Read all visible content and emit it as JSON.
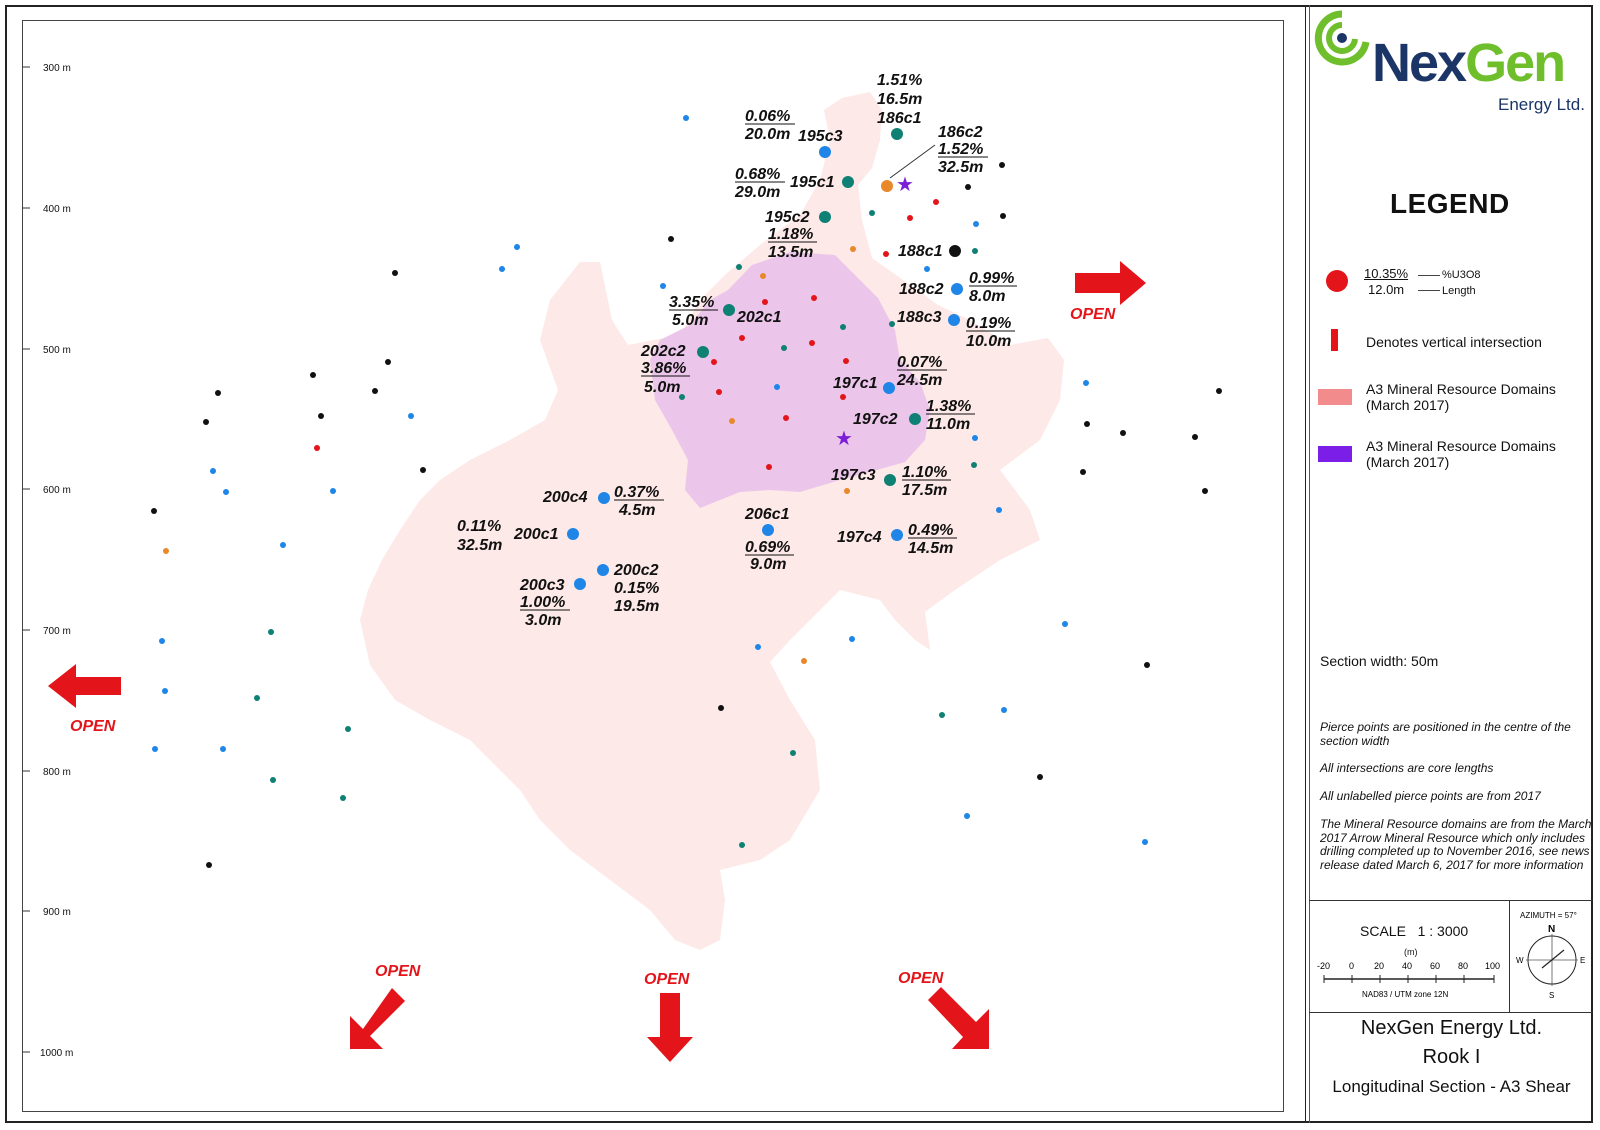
{
  "logo": {
    "brand_part1": "Nex",
    "brand_part2": "Gen",
    "subtitle": "Energy Ltd.",
    "color_navy": "#1b3567",
    "color_green": "#6fbe2b"
  },
  "legend": {
    "title": "LEGEND",
    "sample_grade": "10.35%",
    "sample_length": "12.0m",
    "grade_desc": "%U3O8",
    "length_desc": "Length",
    "vertical": "Denotes vertical intersection",
    "domain1": "A3 Mineral Resource Domains (March 2017)",
    "domain2": "A3 Mineral Resource Domains (March 2017)"
  },
  "section_width": "Section width: 50m",
  "notes": [
    "Pierce points are positioned in the centre of the section width",
    "All intersections are core lengths",
    "All unlabelled pierce points are from 2017",
    "The Mineral Resource domains are from the March 2017 Arrow Mineral Resource which only includes drilling completed up to November 2016, see news release dated March 6, 2017 for more information"
  ],
  "scale": {
    "label": "SCALE   1 : 3000",
    "unit": "(m)",
    "ticks": [
      "-20",
      "0",
      "20",
      "40",
      "60",
      "80",
      "100"
    ],
    "datum": "NAD83 / UTM zone 12N"
  },
  "compass": {
    "azimuth": "AZIMUTH = 57°",
    "n": "N",
    "s": "S",
    "e": "E",
    "w": "W"
  },
  "title_block": {
    "company": "NexGen Energy Ltd.",
    "project": "Rook I",
    "section": "Longitudinal Section - A3 Shear"
  },
  "depth_labels": [
    "300 m",
    "400 m",
    "500 m",
    "600 m",
    "700 m",
    "800 m",
    "900 m",
    "1000 m"
  ],
  "open_label": "OPEN",
  "colors": {
    "red": "#e3151a",
    "blue": "#1f86e8",
    "teal": "#0e8074",
    "orange": "#e8882a",
    "black": "#111111",
    "pink_domain": "#fde9e7",
    "purple_domain": "#ecc6ea",
    "star": "#7b1fd6",
    "legend_pink": "#f28c8c",
    "legend_purple": "#7b1fe8"
  },
  "intersections": [
    {
      "hole": "195c3",
      "grade": "0.06%",
      "length": "20.0m"
    },
    {
      "hole": "186c1",
      "grade": "1.51%",
      "length": "16.5m"
    },
    {
      "hole": "186c2",
      "grade": "1.52%",
      "length": "32.5m"
    },
    {
      "hole": "195c1",
      "grade": "0.68%",
      "length": "29.0m"
    },
    {
      "hole": "195c2",
      "grade": "1.18%",
      "length": "13.5m"
    },
    {
      "hole": "188c1",
      "grade": "",
      "length": ""
    },
    {
      "hole": "188c2",
      "grade": "0.99%",
      "length": "8.0m"
    },
    {
      "hole": "188c3",
      "grade": "0.19%",
      "length": "10.0m"
    },
    {
      "hole": "202c1",
      "grade": "3.35%",
      "length": "5.0m"
    },
    {
      "hole": "202c2",
      "grade": "3.86%",
      "length": "5.0m"
    },
    {
      "hole": "197c1",
      "grade": "0.07%",
      "length": "24.5m"
    },
    {
      "hole": "197c2",
      "grade": "1.38%",
      "length": "11.0m"
    },
    {
      "hole": "197c3",
      "grade": "1.10%",
      "length": "17.5m"
    },
    {
      "hole": "197c4",
      "grade": "0.49%",
      "length": "14.5m"
    },
    {
      "hole": "206c1",
      "grade": "0.69%",
      "length": "9.0m"
    },
    {
      "hole": "200c4",
      "grade": "0.37%",
      "length": "4.5m"
    },
    {
      "hole": "200c1",
      "grade": "0.11%",
      "length": "32.5m"
    },
    {
      "hole": "200c2",
      "grade": "0.15%",
      "length": "19.5m"
    },
    {
      "hole": "200c3",
      "grade": "1.00%",
      "length": "3.0m"
    }
  ]
}
